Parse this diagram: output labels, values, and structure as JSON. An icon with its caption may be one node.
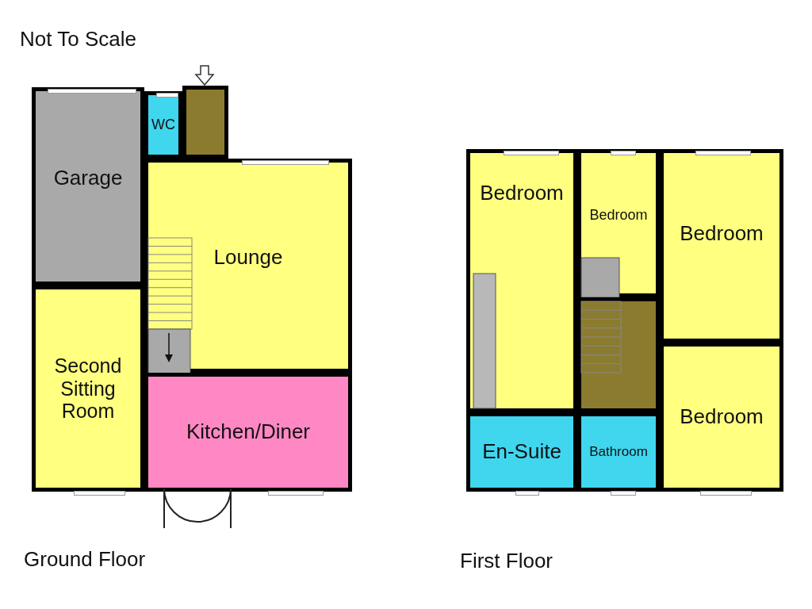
{
  "diagram": {
    "nodes": [
      {
        "text": [
          "Garage"
        ]
      },
      {
        "text": [
          "WC"
        ]
      },
      {
        "text": [],
        "shape": "box"
      },
      {
        "text": [
          "Lounge"
        ]
      },
      {
        "text": [
          "Second Sitting Room"
        ]
      },
      {
        "text": [
          "Kitchen/Diner"
        ]
      },
      {
        "text": [
          "Bedroom"
        ]
      },
      {
        "text": [
          "Bedroom"
        ]
      },
      {
        "text": [
          "Bedroom"
        ]
      },
      {
        "text": [],
        "shape": "box"
      },
      {
        "text": [
          "Bedroom"
        ]
      },
      {
        "text": [
          "En-Suite"
        ]
      },
      {
        "text": [
          "Bathroom"
        ]
      }
    ],
    "edges": [
      {
        "from": null,
        "to": 2,
        "arrow": "to"
      }
    ],
    "labels": [
      "Not To Scale",
      "Ground Floor",
      "First Floor"
    ]
  }
}
